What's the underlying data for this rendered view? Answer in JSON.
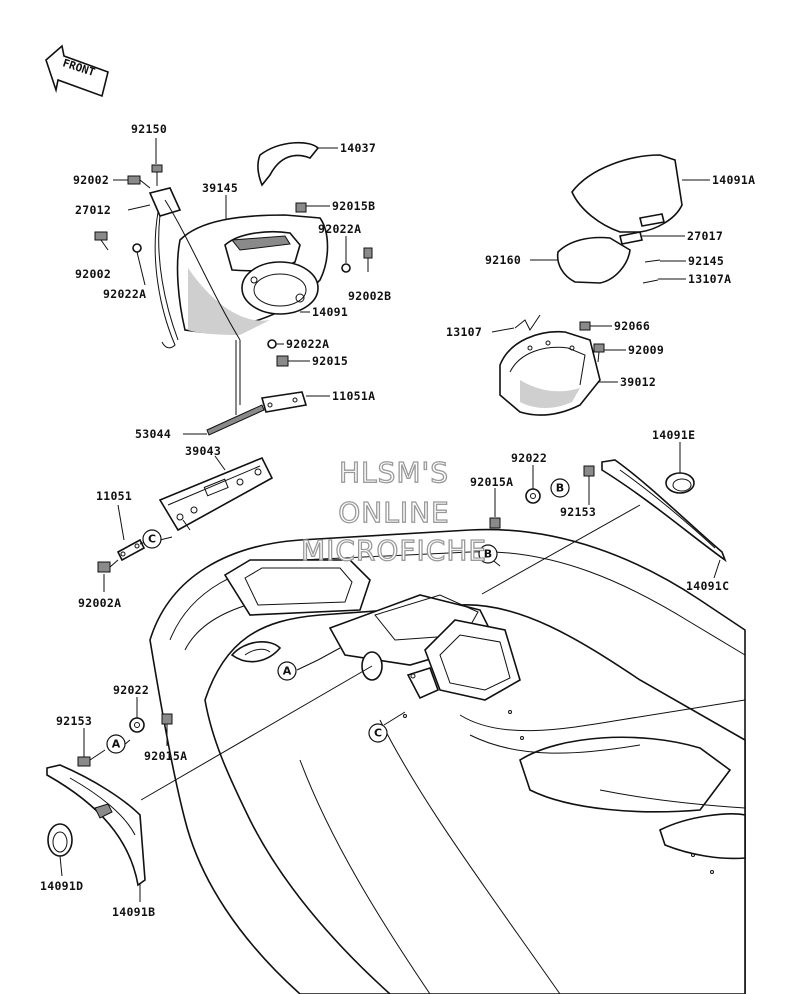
{
  "front_label": "FRONT",
  "watermark": [
    "HLSM'S",
    "ONLINE",
    "MICROFICHE"
  ],
  "parts": {
    "p92150": "92150",
    "p14037": "14037",
    "p92002_top": "92002",
    "p39145": "39145",
    "p92015B": "92015B",
    "p27012": "27012",
    "p92022A_right": "92022A",
    "p92002_left": "92002",
    "p92022A_left": "92022A",
    "p92002B": "92002B",
    "p14091": "14091",
    "p92022A_low": "92022A",
    "p92015": "92015",
    "p11051A": "11051A",
    "p53044": "53044",
    "p39043": "39043",
    "p11051": "11051",
    "p92002A": "92002A",
    "p14091A": "14091A",
    "p27017": "27017",
    "p92160": "92160",
    "p92145": "92145",
    "p13107A": "13107A",
    "p13107": "13107",
    "p92066": "92066",
    "p92009": "92009",
    "p39012": "39012",
    "p14091E": "14091E",
    "p92022_right": "92022",
    "p92015A_right": "92015A",
    "p92153_right": "92153",
    "p14091C": "14091C",
    "p92022_left": "92022",
    "p92153_left": "92153",
    "p92015A_left": "92015A",
    "p14091D": "14091D",
    "p14091B": "14091B"
  },
  "callouts": {
    "c_a1": "A",
    "c_a2": "A",
    "c_b1": "B",
    "c_b2": "B",
    "c_c1": "C",
    "c_c2": "C"
  }
}
